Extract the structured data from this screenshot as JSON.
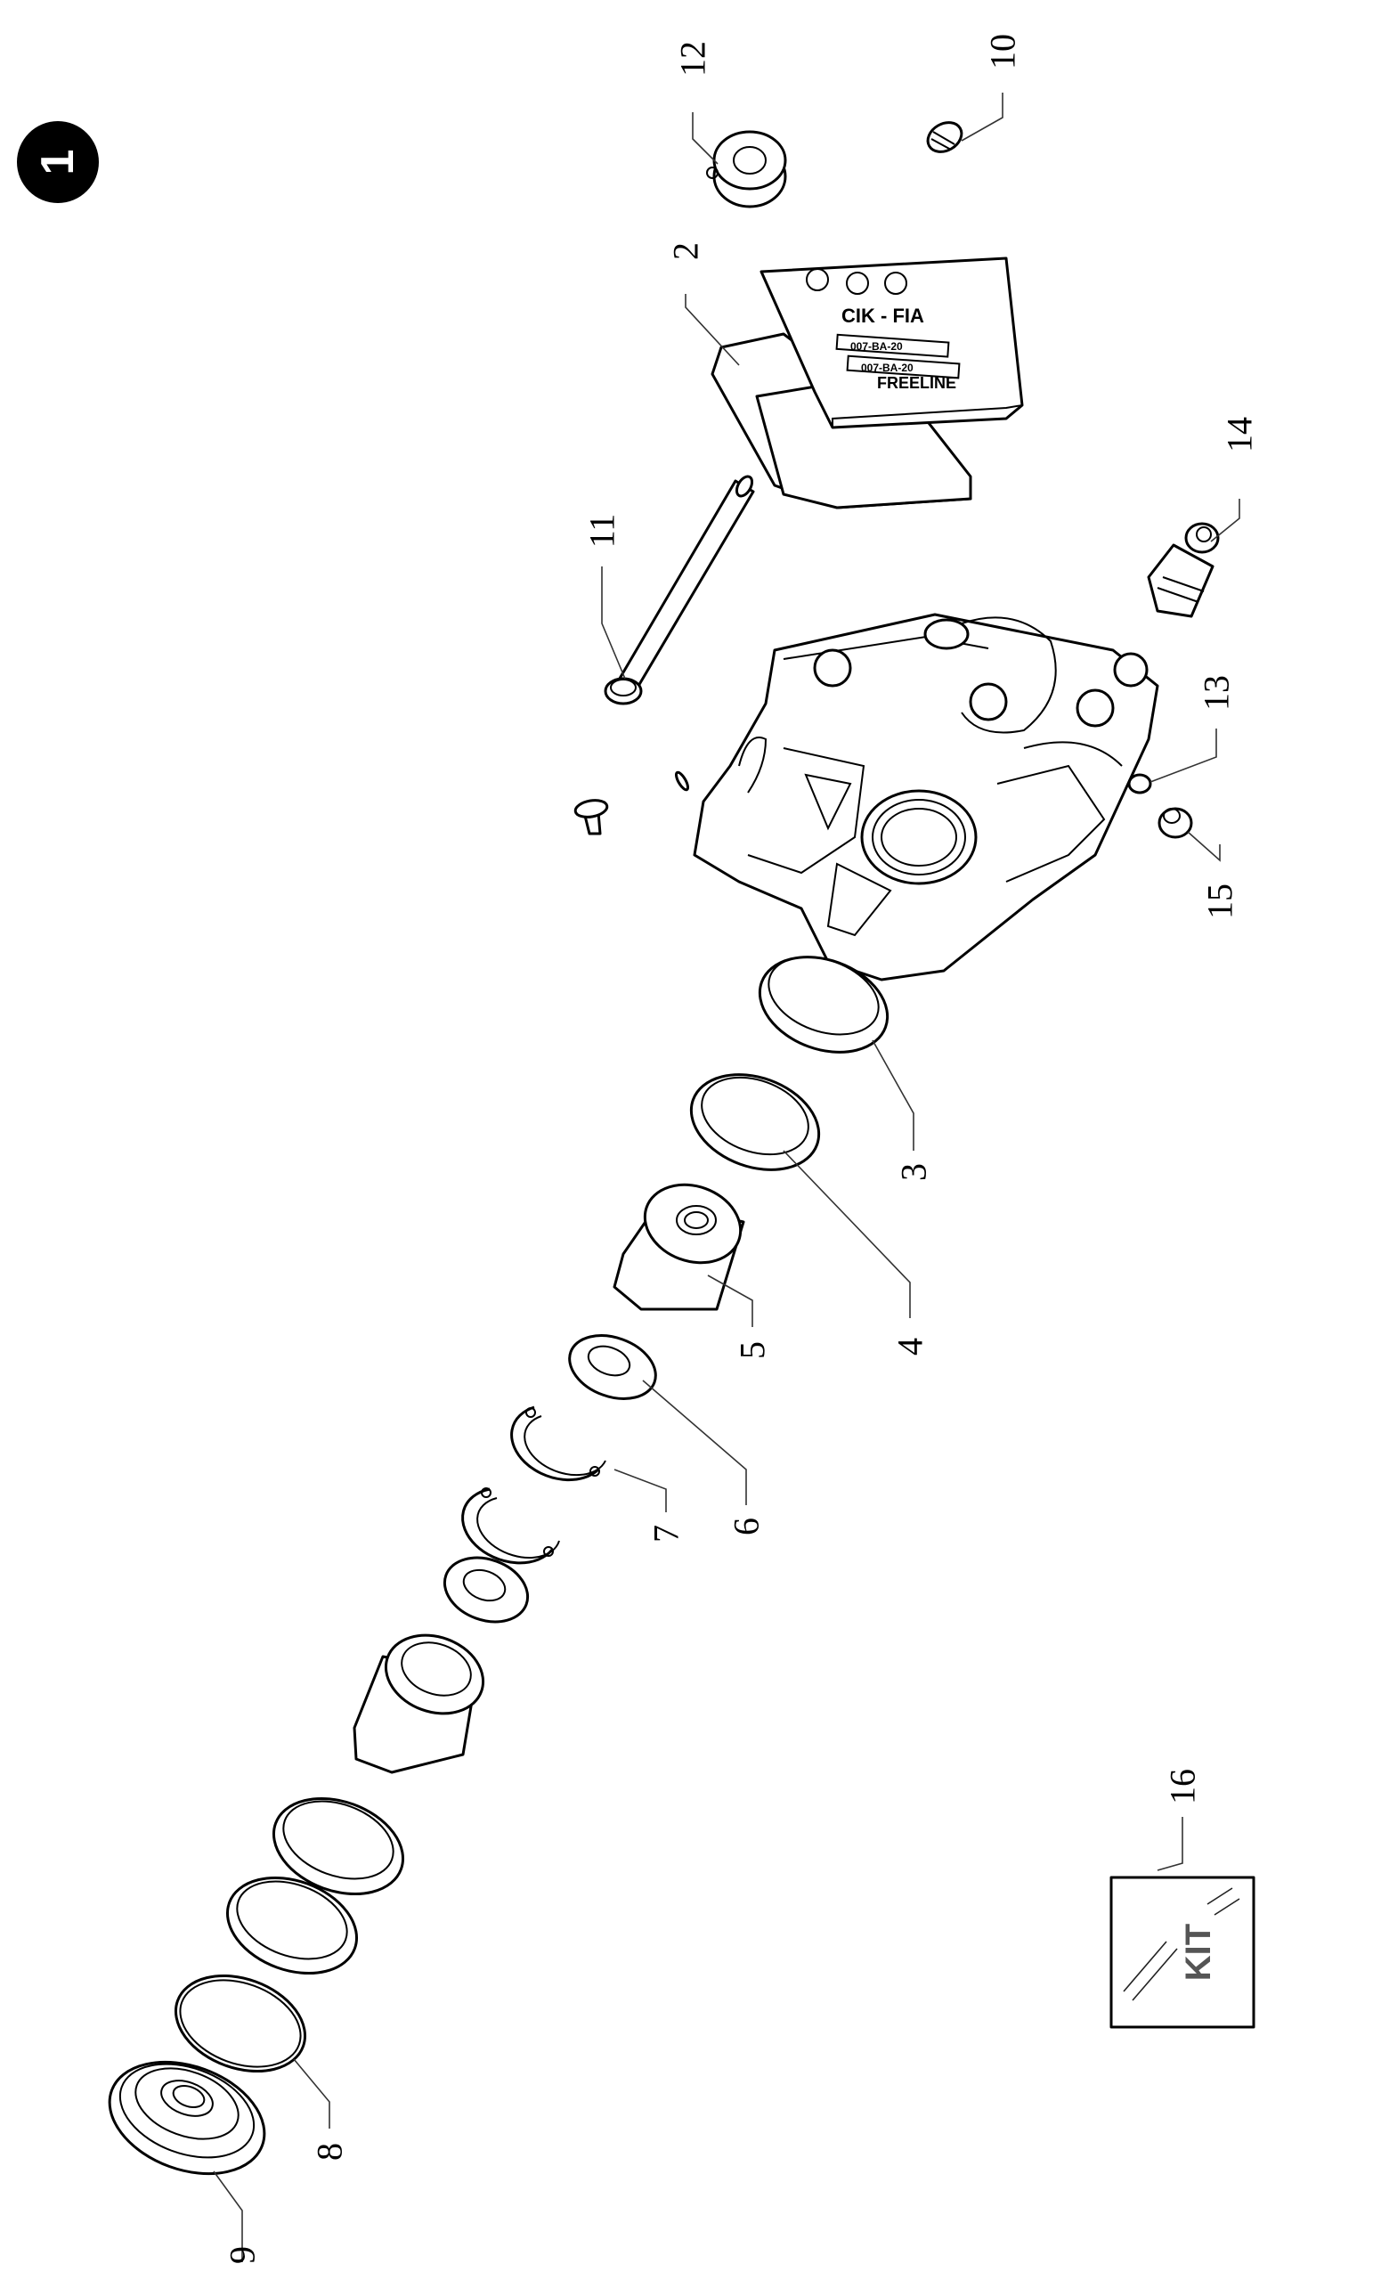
{
  "page_badge": "1",
  "callouts": {
    "c2": "2",
    "c3": "3",
    "c4": "4",
    "c5": "5",
    "c6": "6",
    "c7": "7",
    "c8": "8",
    "c9": "9",
    "c10": "10",
    "c11": "11",
    "c12": "12",
    "c13": "13",
    "c14": "14",
    "c15": "15",
    "c16": "16"
  },
  "brake_pad": {
    "brand": "CIK - FIA",
    "code_1": "007-BA-20",
    "code_2": "007-BA-20",
    "model": "FREELINE"
  },
  "kit_label": "KIT",
  "colors": {
    "line": "#000000",
    "badge": "#000000",
    "kit_text": "#555555"
  }
}
